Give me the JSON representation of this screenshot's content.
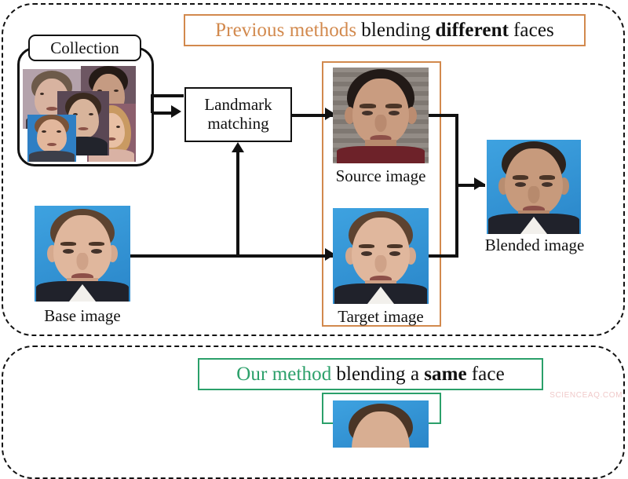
{
  "figure": {
    "watermark": "SCIENCEAQ.COM"
  },
  "sections": {
    "previous": {
      "banner": {
        "highlight": "Previous methods",
        "mid": "blending",
        "emphasis": "different",
        "tail": "faces"
      }
    },
    "ours": {
      "banner": {
        "highlight": "Our method",
        "mid": "blending a",
        "emphasis": "same",
        "tail": "face"
      }
    }
  },
  "nodes": {
    "collection": {
      "label": "Collection",
      "thumbs": [
        {
          "name": "face-thumb-1",
          "bg": "#b4a2ab",
          "skin": "#d8b3a0",
          "hair": "#6d5a4a",
          "cloth": "#3e3b46"
        },
        {
          "name": "face-thumb-2",
          "bg": "#6d5662",
          "skin": "#c59b82",
          "hair": "#241a16",
          "cloth": "#5a3338"
        },
        {
          "name": "face-thumb-3",
          "bg": "#5a4754",
          "skin": "#d8b49b",
          "hair": "#3a2a1f",
          "cloth": "#22242c"
        },
        {
          "name": "face-thumb-4",
          "bg": "#2f7fc4",
          "skin": "#e2b79c",
          "hair": "#7a5338",
          "cloth": "#3c3f4a"
        },
        {
          "name": "face-thumb-5",
          "bg": "#8c5f6d",
          "skin": "#e8c0a4",
          "hair": "#c99a62",
          "cloth": "#d9b2a4"
        }
      ]
    },
    "landmark": {
      "line1": "Landmark",
      "line2": "matching"
    },
    "source": {
      "caption": "Source image",
      "colors": {
        "bg": "#8e8782",
        "skin": "#c99c80",
        "hair": "#221a17",
        "cloth": "#6d2229"
      }
    },
    "target": {
      "caption": "Target image",
      "colors": {
        "bg": "#2f93d6",
        "skin": "#e0b79d",
        "hair": "#5d4330",
        "cloth": "#20222b"
      }
    },
    "base": {
      "caption": "Base image",
      "colors": {
        "bg": "#2f93d6",
        "skin": "#e0b79d",
        "hair": "#5d4330",
        "cloth": "#20222b"
      }
    },
    "blended": {
      "caption": "Blended image",
      "colors": {
        "bg": "#2f93d6",
        "skin": "#c79a7c",
        "hair": "#2e231c",
        "cloth": "#20222b"
      }
    },
    "ours_result": {
      "colors": {
        "bg": "#2f93d6",
        "skin": "#d8ae92",
        "hair": "#4a3526",
        "cloth": "#20222b"
      }
    }
  },
  "colors": {
    "orange": "#D2894D",
    "green": "#2BA06A",
    "stroke": "#111111"
  }
}
